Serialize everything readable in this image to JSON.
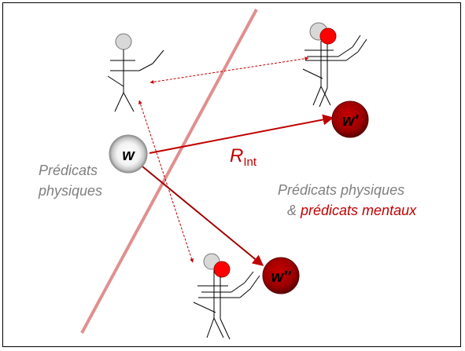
{
  "labels": {
    "left_line1": "Prédicats",
    "left_line2": "physiques",
    "right_line1": "Prédicats physiques",
    "right_amp": "& ",
    "right_mental": "prédicats mentaux",
    "relation_R": "R",
    "relation_sub": "Int"
  },
  "worlds": {
    "w": "w",
    "w_prime": "w'",
    "w_double": "w''"
  },
  "colors": {
    "accent_red": "#c00000",
    "dark_red": "#a00000",
    "divider": "#e0908f",
    "text_gray": "#7f7f7f",
    "head_gray": "#d8d8d8",
    "head_red": "#ff0000"
  }
}
